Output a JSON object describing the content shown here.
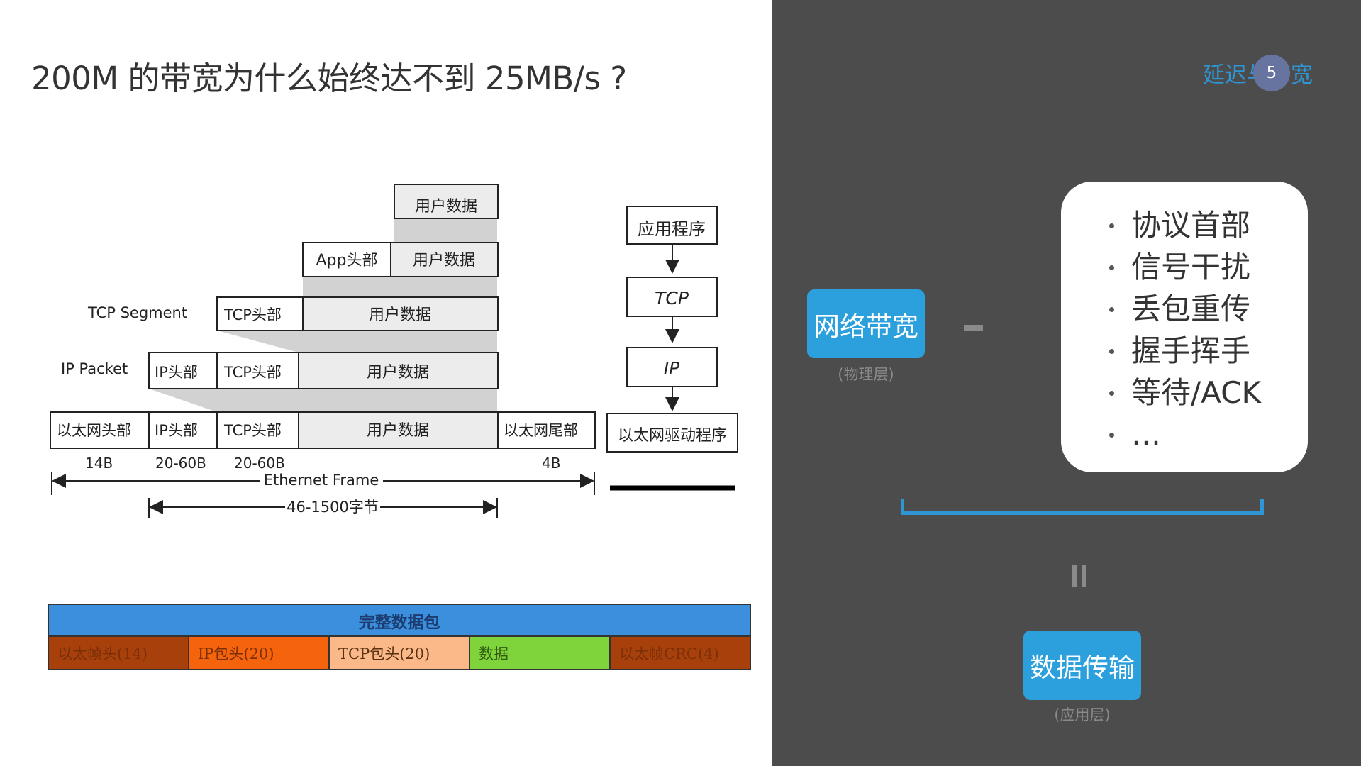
{
  "title": "200M 的带宽为什么始终达不到 25MB/s ?",
  "section_tag": "延迟与带宽",
  "page_number": "5",
  "diagram": {
    "app_data": "用户数据",
    "app_header": "App头部",
    "user_data": "用户数据",
    "tcp_segment_label": "TCP Segment",
    "ip_packet_label": "IP Packet",
    "tcp_header": "TCP头部",
    "ip_header": "IP头部",
    "eth_header": "以太网头部",
    "eth_trailer": "以太网尾部",
    "size_eth_header": "14B",
    "size_ip_header": "20-60B",
    "size_tcp_header": "20-60B",
    "size_eth_trailer": "4B",
    "ethernet_frame_label": "Ethernet Frame",
    "payload_label": "46-1500字节",
    "stack": [
      "应用程序",
      "TCP",
      "IP",
      "以太网驱动程序"
    ]
  },
  "packet_table": {
    "header": "完整数据包",
    "cells": [
      {
        "label": "以太帧头(14)",
        "color": "#a8400c",
        "text_color": "#7a2f08"
      },
      {
        "label": "IP包头(20)",
        "color": "#f5640c",
        "text_color": "#7a2f08"
      },
      {
        "label": "TCP包头(20)",
        "color": "#fbb98a",
        "text_color": "#5a3010"
      },
      {
        "label": "数据",
        "color": "#7ed43a",
        "text_color": "#2f5a10"
      },
      {
        "label": "以太帧CRC(4)",
        "color": "#a8400c",
        "text_color": "#7a2f08"
      }
    ]
  },
  "network_bandwidth": {
    "label": "网络带宽",
    "sub": "(物理层)"
  },
  "overheads": [
    "协议首部",
    "信号干扰",
    "丢包重传",
    "握手挥手",
    "等待/ACK",
    "…"
  ],
  "data_transfer": {
    "label": "数据传输",
    "sub": "(应用层)"
  },
  "colors": {
    "accent_blue": "#2ca0dc",
    "dark_bg": "#4c4c4c",
    "page_circle": "#6874a0"
  }
}
